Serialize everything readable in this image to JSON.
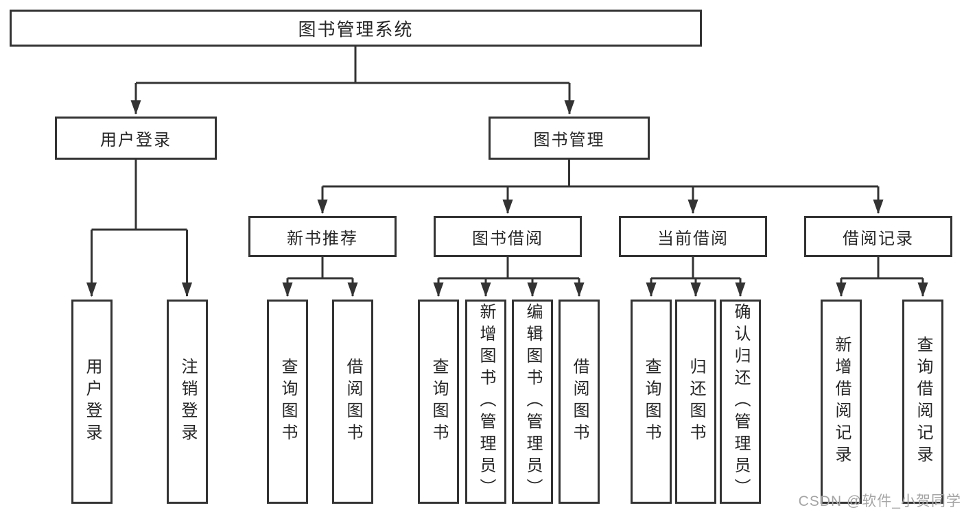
{
  "colors": {
    "line": "#333333",
    "box_border": "#333333",
    "text": "#262626",
    "watermark": "#a5a5a5",
    "background": "#ffffff"
  },
  "diagram": {
    "root": {
      "label": "图书管理系统"
    },
    "level2": [
      {
        "label": "用户登录"
      },
      {
        "label": "图书管理"
      }
    ],
    "level3": [
      {
        "label": "新书推荐"
      },
      {
        "label": "图书借阅"
      },
      {
        "label": "当前借阅"
      },
      {
        "label": "借阅记录"
      }
    ],
    "leaves": {
      "user_login": [
        "用户登录",
        "注销登录"
      ],
      "new_book_recommend": [
        "查询图书",
        "借阅图书"
      ],
      "book_borrow": [
        "查询图书",
        "新增图书（管理员）",
        "编辑图书（管理员）",
        "借阅图书"
      ],
      "current_borrow": [
        "查询图书",
        "归还图书",
        "确认归还（管理员）"
      ],
      "borrow_record": [
        "新增借阅记录",
        "查询借阅记录"
      ]
    }
  },
  "watermark": {
    "text": "CSDN @软件_小贺同学"
  }
}
